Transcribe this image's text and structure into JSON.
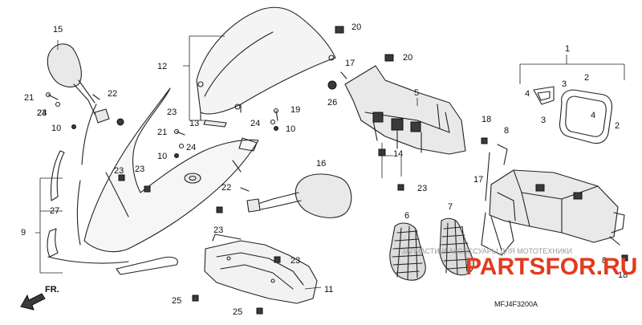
{
  "callouts": [
    "1",
    "2",
    "2",
    "3",
    "3",
    "4",
    "4",
    "5",
    "6",
    "7",
    "8",
    "8",
    "9",
    "10",
    "10",
    "10",
    "11",
    "12",
    "13",
    "14",
    "15",
    "16",
    "17",
    "17",
    "18",
    "18",
    "19",
    "20",
    "20",
    "21",
    "21",
    "22",
    "22",
    "23",
    "23",
    "23",
    "23",
    "23",
    "23",
    "23",
    "24",
    "24",
    "24",
    "25",
    "25",
    "26",
    "27"
  ],
  "direction_label": "FR.",
  "diagram_code": "MFJ4F3200A",
  "watermark": {
    "main": "PARTSFOR.RU",
    "caption": "ЗАПЧАСТИ И АКСЕССУАРЫ ДЛЯ МОТОТЕХНИКИ"
  },
  "colors": {
    "line": "#222222",
    "watermark": "#e23b1e",
    "shade": "#3a3a3a"
  }
}
